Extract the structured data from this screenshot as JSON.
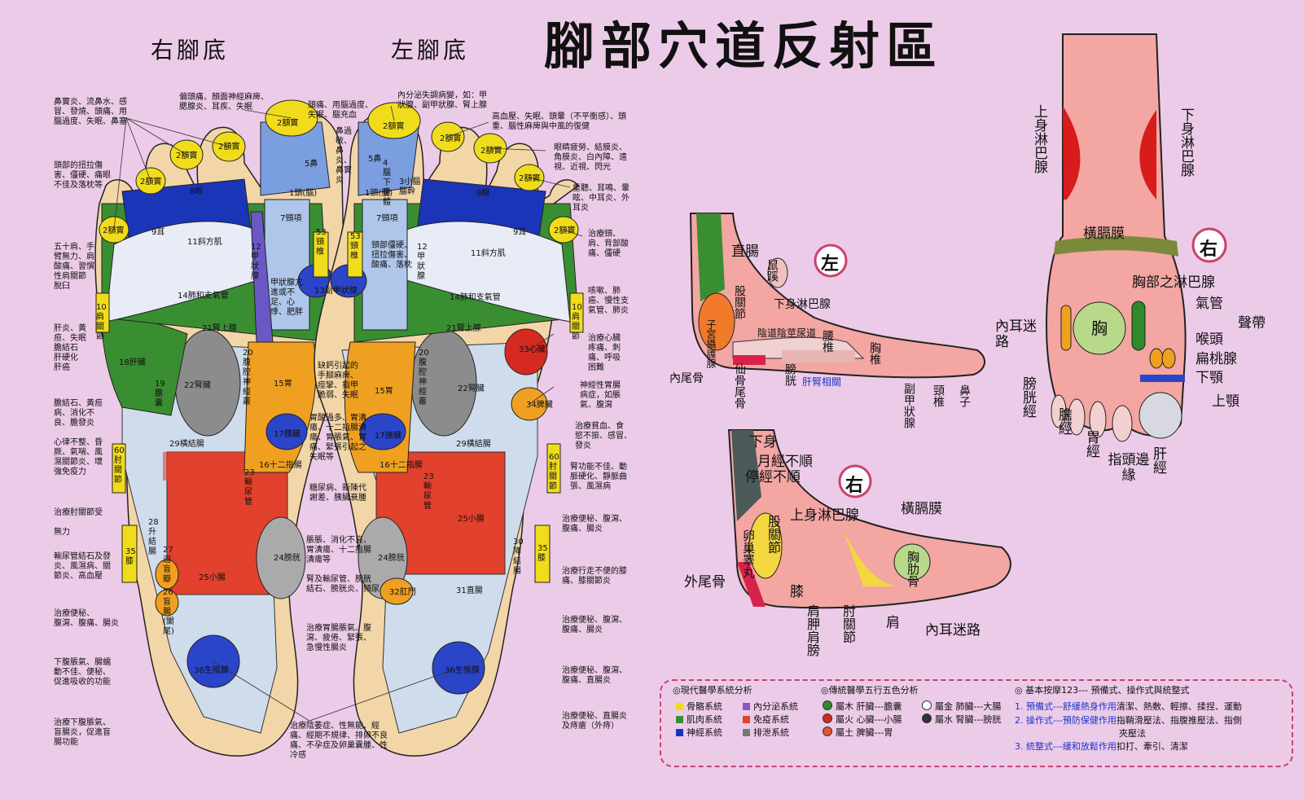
{
  "title": "腳部穴道反射區",
  "right_sole": "右腳底",
  "left_sole": "左腳底",
  "side_marks": {
    "left": "左",
    "right": "右"
  },
  "sole_zones": {
    "sinus": "2額竇",
    "head": "1頭(腦)",
    "nose": "5鼻",
    "eye": "8眼",
    "ear": "9耳",
    "pituitary": "4腦下垂體",
    "cerebellum": "3小腦腦幹",
    "neck": "7頸項",
    "cervical": "53頸椎",
    "trapezius": "11斜方肌",
    "thyroid": "13副甲狀腺",
    "parathyroid": "12甲狀腺",
    "lung": "14肺和支氣管",
    "shoulder": "10肩關節",
    "adrenal": "21腎上腺",
    "liver": "18肝臟",
    "gallbladder": "19膽囊",
    "kidney": "22腎臟",
    "solar_plexus": "20腹腔神經叢",
    "stomach": "15胃",
    "pancreas": "17胰臟",
    "duodenum": "16十二指腸",
    "transverse": "29橫結腸",
    "ureter": "23輸尿管",
    "elbow": "60肘關節",
    "small_intestine": "25小腸",
    "bladder": "24膀胱",
    "ascending": "28升結腸",
    "ileocecal": "27迴盲瓣",
    "appendix": "26盲腸(闌尾)",
    "knee": "35膝",
    "descending": "30降結腸",
    "rectum": "31直腸",
    "anus": "32肛門",
    "gonad": "36生殖腺",
    "heart": "33心臟",
    "spleen": "34脾臟"
  },
  "sole_notes": [
    "鼻竇炎、流鼻水、感\n冒、發燒、頭痛、用\n腦過度、失眠、鼻塞",
    "偏頭痛、顏面神經麻痺、\n腮腺炎、耳疾、失眠",
    "頭痛、用腦過度、\n失眠、腦充血",
    "內分泌失調病變，如：甲\n狀腺、副甲狀腺、腎上腺",
    "高血壓、失眠、頭暈（不平衡感）、頭\n重、腦性麻痺與中風的復健",
    "頭部的扭拉傷\n害、僵硬、痛眼\n不佳及落枕等",
    "鼻過敏、鼻炎、鼻竇炎",
    "眼睛疲勞、結膜炎、\n角膜炎、白內障、遠\n視、近視、閃光",
    "重聽、耳鳴、暈\n眩、中耳炎、外\n耳炎",
    "治療頸、\n肩、背部酸\n痛、僵硬",
    "五十肩、手\n臂無力、肩\n酸痛、習慣\n性肩關節\n脫臼",
    "頸部僵硬、\n扭拉傷害、\n酸痛、落枕",
    "甲狀腺亢\n進或不\n足、心\n悸、肥胖",
    "咳嗽、肺\n癌、慢性支\n氣管、肺炎",
    "肝炎、黃\n疸、失眠\n膽結石\n肝硬化\n肝癌",
    "缺鈣引起的\n手腳麻痺、\n痙攣、指甲\n脆弱、失眠",
    "治療心臟\n疼痛、刺\n痛、呼吸\n困難",
    "神經性胃腸\n病症，如脹\n氣、腹瀉",
    "膽結石、黃疸\n病、消化不\n良、膽發炎",
    "胃酸過多、胃潰\n瘍、十二指腸潰\n瘍、胃脹氣、胃\n痛、緊張引起之\n失眠等",
    "治療貧血、食\n慾不振、感冒、\n發炎",
    "心律不整、昏\n厥、氣喘、風\n濕關節炎、壞\n強免疫力",
    "腎功能不佳、動\n脈硬化、靜脈曲\n張、風濕病",
    "糖尿病、新陳代\n謝差、胰臟衰腫",
    "治療肘關節受\n\n無力",
    "治療便秘、腹瀉、\n腹痛、腸炎",
    "輸尿管結石及發\n炎、風濕病、關\n節炎、高血壓",
    "脹脹、消化不良、\n胃潰瘍、十二指腸\n潰瘍等",
    "治療行走不便的膝\n痛、膝關節炎",
    "腎及輸尿管、膀胱\n結石、膀胱炎、頻尿",
    "治療便秘、\n腹瀉、腹痛、腸炎",
    "治療便秘、腹瀉、\n腹痛、腸炎",
    "治療胃腸脹氣、腹\n瀉、疲倦、緊張、\n急慢性腸炎",
    "下腹脹氣、腸蠕\n動不佳、便秘、\n促進吸收的功能",
    "治療便秘、腹瀉、\n腹痛、直腸炎",
    "治療下腹脹氣、\n盲腸炎，促進盲\n腸功能",
    "治療陰萎症、性無能、經\n痛、經期不規律、排卵不良\n痛、不孕症及卵巢囊腫、性\n冷感",
    "治療便秘、直腸炎\n及痔瘡（外痔）"
  ],
  "inner_foot": {
    "rectum": "直腸",
    "groin": "鼠蹊",
    "hip": "股關節",
    "lower_lymph": "下身淋巴腺",
    "uterus": "子宮攝護腺",
    "vagina": "陰道陰莖尿道",
    "lumbar": "腰椎",
    "thoracic": "胸椎",
    "coccyx_in": "內尾骨",
    "sacrum": "仙骨尾骨",
    "bladder": "膀胱",
    "liver_kidney": "肝腎相關",
    "parathyroid": "副甲狀腺",
    "cervical": "頸椎",
    "nose": "鼻子"
  },
  "outer_foot": {
    "lower_body": "下身",
    "menses": "月經不順",
    "stop": "停經不順",
    "upper_lymph": "上身淋巴腺",
    "diaphragm": "橫膈膜",
    "hip": "股關節",
    "ovary": "卵巢睪丸",
    "coccyx_out": "外尾骨",
    "knee": "膝",
    "chest": "胸肋骨",
    "scapula": "肩胛肩膀",
    "elbow": "肘關節",
    "shoulder": "肩",
    "inner_ear": "內耳迷路"
  },
  "top_foot": {
    "upper_lymph": "上身淋巴腺",
    "lower_lymph": "下身淋巴腺",
    "diaphragm": "橫膈膜",
    "chest_lymph": "胸部之淋巴腺",
    "trachea": "氣管",
    "vocal": "聲帶",
    "throat": "喉頭",
    "tonsil": "扁桃腺",
    "lower_jaw": "下顎",
    "upper_jaw": "上顎",
    "inner_ear": "內耳迷路",
    "chest": "胸",
    "bladder": "膀胱經",
    "gallbladder": "膽經",
    "stomach": "胃經",
    "toe_edge": "指頭邊緣",
    "liver": "肝經"
  },
  "legend": {
    "col1_title": "◎現代醫學系統分析",
    "col1_items": [
      "骨骼系統",
      "內分泌系統",
      "肌肉系統",
      "免疫系統",
      "神經系統",
      "排泄系統"
    ],
    "col2_title": "◎傳統醫學五行五色分析",
    "col2_items": [
      "屬木 肝臟---膽囊",
      "屬金 肺臟---大腸",
      "屬火 心臟---小腸",
      "屬水 腎臟---膀胱",
      "屬土 脾臟---胃"
    ],
    "col3_title": "◎ 基本按摩123--- 預備式、操作式與統整式",
    "col3_items": [
      {
        "head": "1. 預備式---舒緩熱身作用",
        "body": "清潔、熱敷、輕擦、揉捏、運動"
      },
      {
        "head": "2. 操作式---預防保健作用",
        "body": "指鞘滑壓法、指腹推壓法、指側"
      },
      {
        "head": "",
        "body": "夾壓法"
      },
      {
        "head": "3. 統整式---緩和放鬆作用",
        "body": "扣打、牽引、清潔"
      }
    ],
    "colors": {
      "bone": "#f1dc1c",
      "endocrine": "#8a58c4",
      "muscle": "#3a8e32",
      "immune": "#e2412d",
      "nerve": "#1a35b8",
      "excrete": "#777777",
      "wood": "#2f8a2c",
      "fire": "#d62a20",
      "earth": "#e2552a",
      "metal": "#ffffff",
      "water": "#333333"
    }
  }
}
